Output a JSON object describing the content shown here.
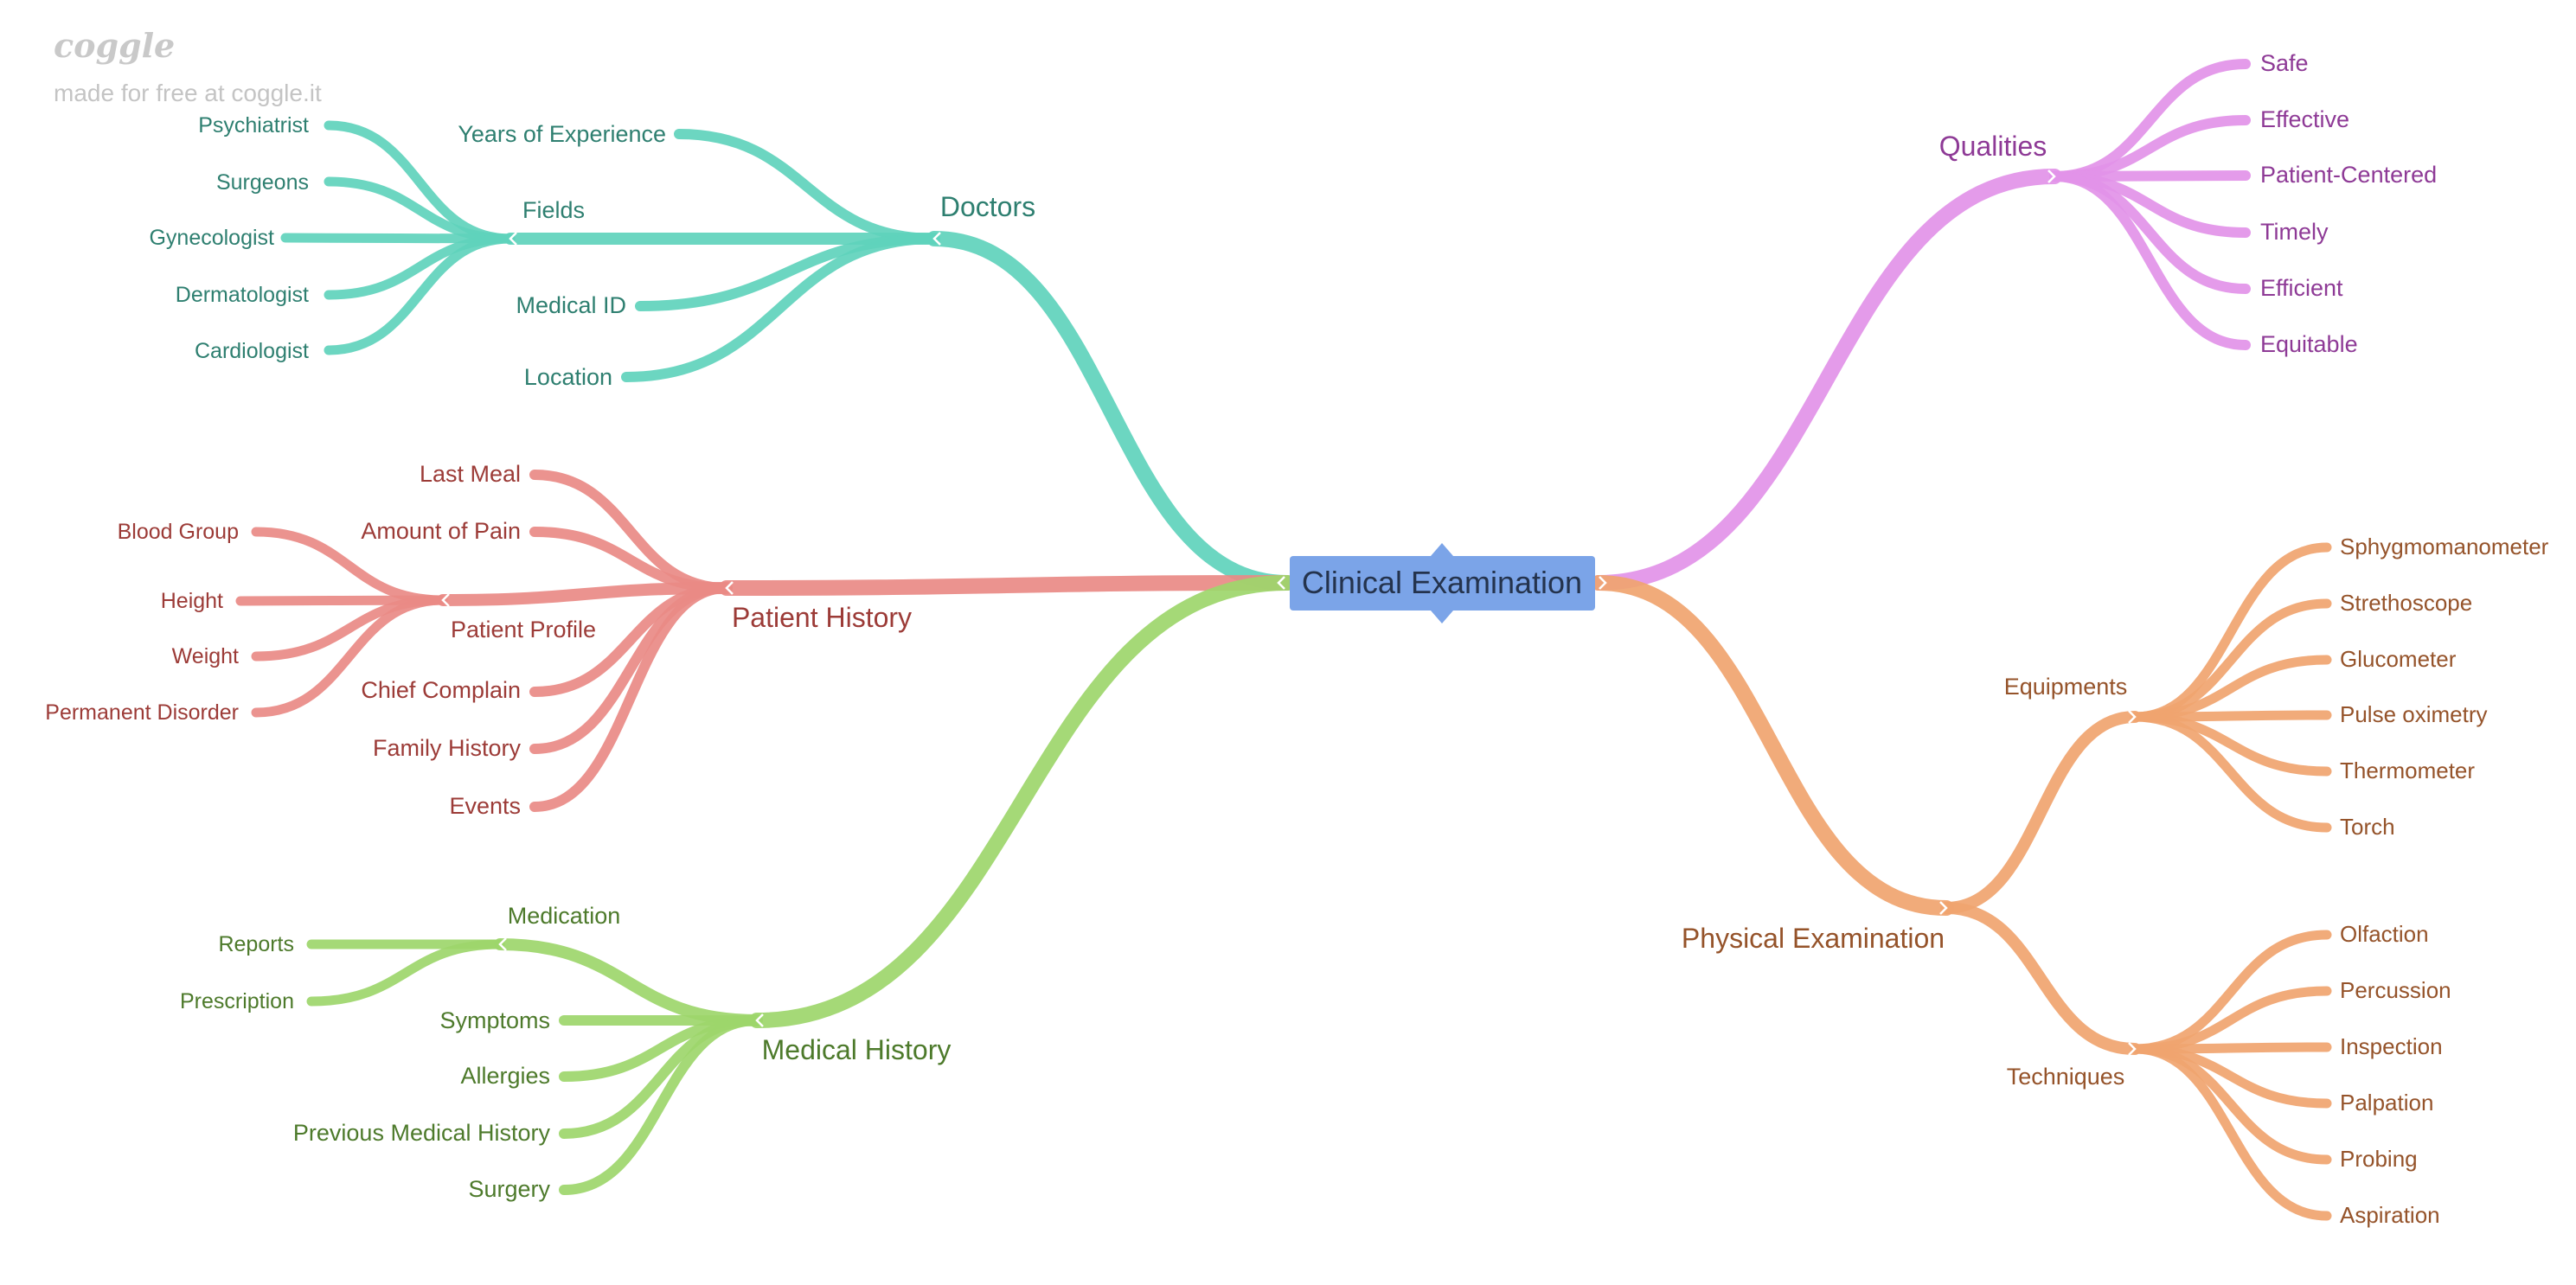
{
  "watermark": {
    "logo": "coggle",
    "text": "made for free at coggle.it"
  },
  "root": {
    "label": "Clinical Examination",
    "color": "#7ba4e8"
  },
  "branches": {
    "doctors": {
      "label": "Doctors",
      "color": "#5fd3bc",
      "text_color": "#2e7f70",
      "children": {
        "fields": {
          "label": "Fields",
          "children": [
            "Psychiatrist",
            "Surgeons",
            "Gynecologist",
            "Dermatologist",
            "Cardiologist"
          ]
        },
        "years": "Years of Experience",
        "medical_id": "Medical ID",
        "location": "Location"
      }
    },
    "patient_history": {
      "label": "Patient History",
      "color": "#e98a86",
      "text_color": "#9c3b37",
      "children": {
        "last_meal": "Last Meal",
        "amount_pain": "Amount of Pain",
        "profile": {
          "label": "Patient Profile",
          "children": [
            "Blood Group",
            "Height",
            "Weight",
            "Permanent Disorder"
          ]
        },
        "chief_complain": "Chief Complain",
        "family_history": "Family History",
        "events": "Events"
      }
    },
    "medical_history": {
      "label": "Medical History",
      "color": "#9dd66b",
      "text_color": "#4d7a2b",
      "children": {
        "medication": {
          "label": "Medication",
          "children": [
            "Reports",
            "Prescription"
          ]
        },
        "symptoms": "Symptoms",
        "allergies": "Allergies",
        "previous": "Previous Medical History",
        "surgery": "Surgery"
      }
    },
    "qualities": {
      "label": "Qualities",
      "color": "#e293e8",
      "text_color": "#8e3a96",
      "children": [
        "Safe",
        "Effective",
        "Patient-Centered",
        "Timely",
        "Efficient",
        "Equitable"
      ]
    },
    "physical_exam": {
      "label": "Physical Examination",
      "color": "#f0a46f",
      "text_color": "#95532a",
      "children": {
        "equipments": {
          "label": "Equipments",
          "children": [
            "Sphygmomanometer",
            "Strethoscope",
            "Glucometer",
            "Pulse oximetry",
            "Thermometer",
            "Torch"
          ]
        },
        "techniques": {
          "label": "Techniques",
          "children": [
            "Olfaction",
            "Percussion",
            "Inspection",
            "Palpation",
            "Probing",
            "Aspiration"
          ]
        }
      }
    }
  }
}
